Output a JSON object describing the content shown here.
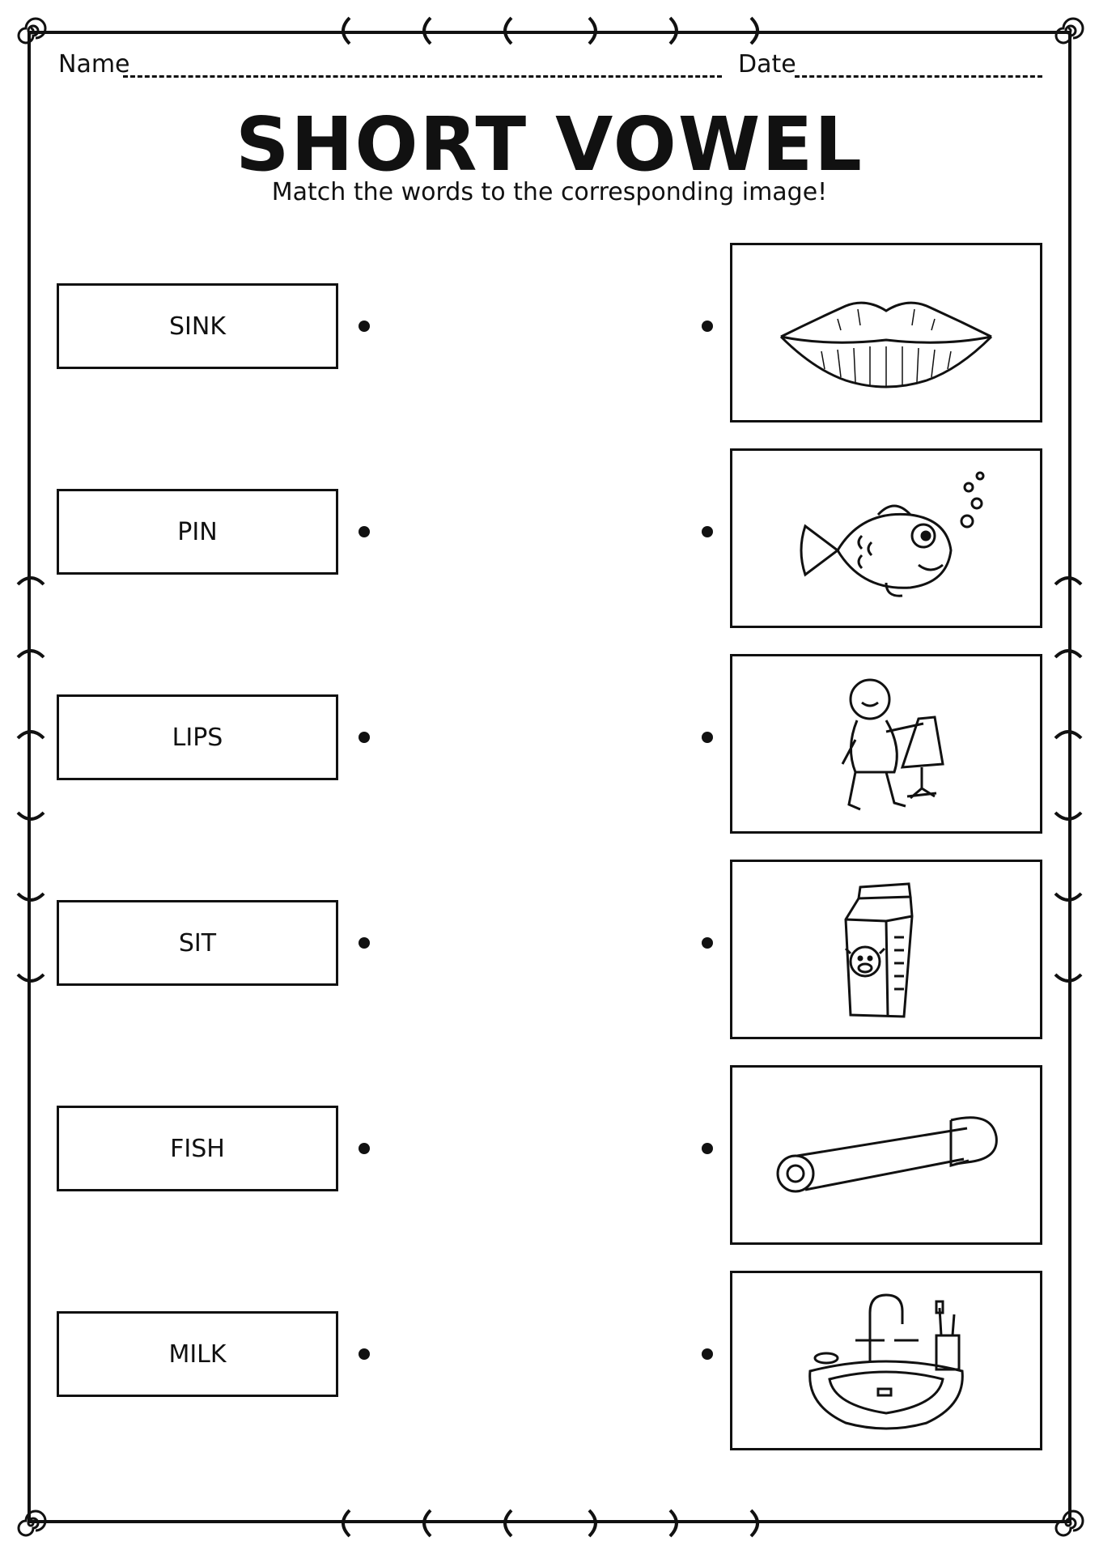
{
  "header": {
    "name_label": "Name",
    "date_label": "Date"
  },
  "title": "SHORT VOWEL",
  "subtitle": "Match the words to the corresponding image!",
  "words": [
    "SINK",
    "PIN",
    "LIPS",
    "SIT",
    "FISH",
    "MILK"
  ],
  "pictures": [
    "lips-icon",
    "fish-icon",
    "boy-sitting-icon",
    "milk-carton-icon",
    "safety-pin-icon",
    "sink-icon"
  ]
}
